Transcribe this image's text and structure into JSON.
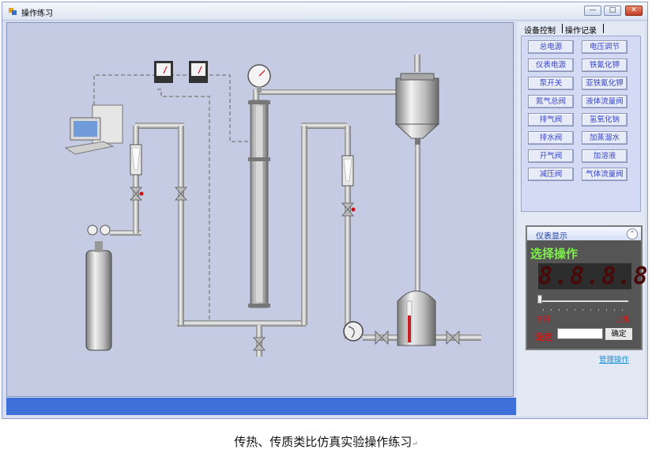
{
  "window": {
    "title": "操作练习"
  },
  "titlebar_buttons": {
    "minimize": "—",
    "maximize": "□",
    "close": "✕"
  },
  "tabs": [
    {
      "label": "设备控制",
      "active": true
    },
    {
      "label": "操作记录",
      "active": false
    }
  ],
  "controls": [
    [
      "总电源",
      "电压调节"
    ],
    [
      "仪表电源",
      "铁氰化钾"
    ],
    [
      "泵开关",
      "亚铁氰化钾"
    ],
    [
      "氮气总阀",
      "液体流量阀"
    ],
    [
      "排气阀",
      "氢氧化钠"
    ],
    [
      "排水阀",
      "加蒸溜水"
    ],
    [
      "开气阀",
      "加溶液"
    ],
    [
      "减压阀",
      "气体流量阀"
    ]
  ],
  "meter": {
    "header": "仪表显示",
    "select_title": "选择操作",
    "digits": "8.8.8.8.",
    "slider_value": 0,
    "lower": "下限",
    "upper": "上限",
    "setting_label": "设定",
    "setting_value": "",
    "confirm": "确定"
  },
  "admin_link": "管理操作",
  "caption": "传热、传质类比仿真实验操作练习",
  "caption_mark": "↵",
  "colors": {
    "canvas": "#c4cbe2",
    "bottombar": "#3f6fd8",
    "button_text": "#3a49c9",
    "display_title": "#7cf04a",
    "alarm_red": "#e01010"
  }
}
